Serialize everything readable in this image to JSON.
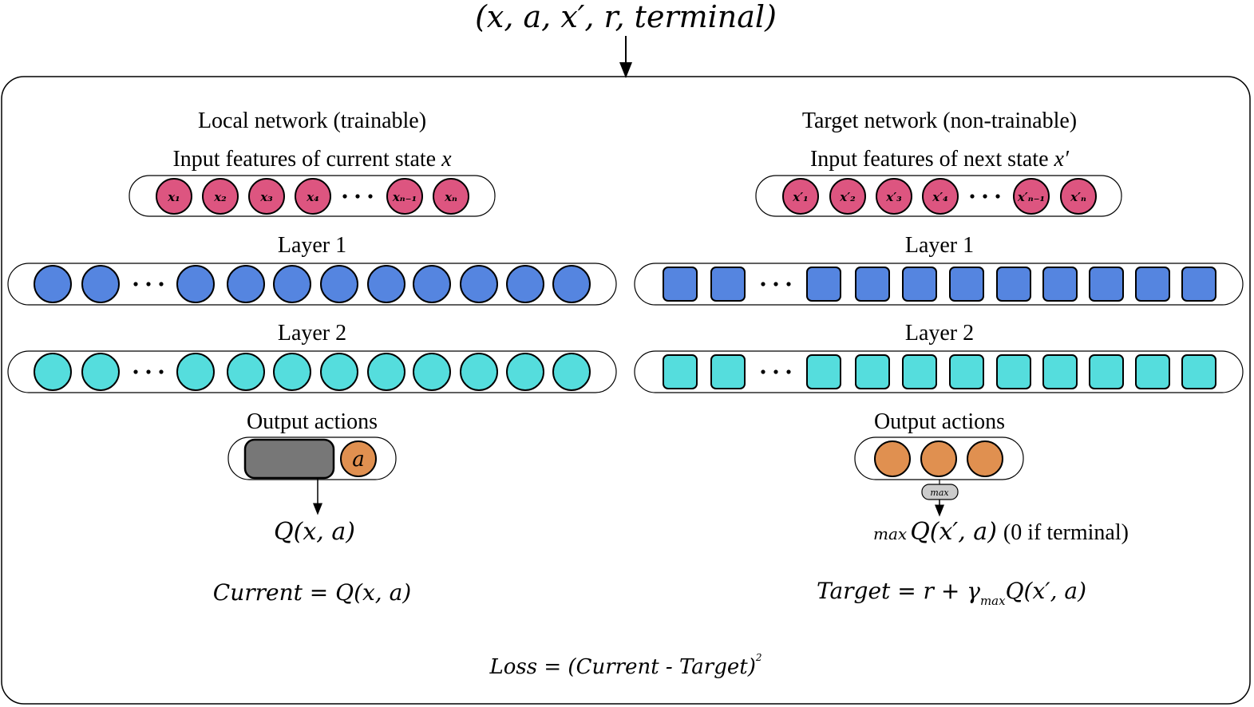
{
  "tuple": "(x, a, x′, r, terminal)",
  "colors": {
    "input": "#dd5580",
    "layer1": "#5585e0",
    "layer2": "#55dddd",
    "action": "#e09050",
    "selected": "#777777",
    "max_pill": "#cccccc"
  },
  "local": {
    "title": "Local network (trainable)",
    "input_label": "Input features of current state ",
    "input_var": "x",
    "inputs": [
      "x₁",
      "x₂",
      "x₃",
      "x₄",
      "…",
      "xₙ₋₁",
      "xₙ"
    ],
    "layer1": "Layer 1",
    "layer2": "Layer 2",
    "output_label": "Output actions",
    "action_label": "a",
    "q_value": "Q(x,  a)",
    "current_eq_lhs": "Current",
    "current_eq_rhs": "= Q(x,  a)"
  },
  "target": {
    "title": "Target network (non-trainable)",
    "input_label": "Input features of next state ",
    "input_var": "x′",
    "inputs": [
      "x′₁",
      "x′₂",
      "x′₃",
      "x′₄",
      "…",
      "x′ₙ₋₁",
      "x′ₙ"
    ],
    "layer1": "Layer 1",
    "layer2": "Layer 2",
    "output_label": "Output actions",
    "max_pill": "max",
    "max_prefix": "max",
    "q_value": "Q(x′,  a)",
    "terminal_note": "(0 if terminal)",
    "target_eq_lhs": "Target",
    "target_eq_mid": "= r + γ",
    "target_eq_sub": "max",
    "target_eq_rhs": "Q(x′,  a)"
  },
  "loss": {
    "lhs": "Loss",
    "rhs": "= (Current - Target)",
    "exp": "2"
  }
}
